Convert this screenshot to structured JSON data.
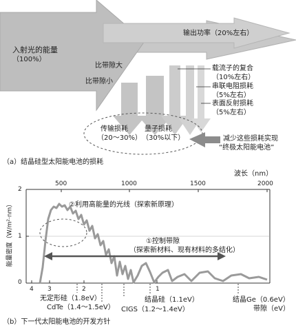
{
  "top": {
    "incident_label": "入射光的能量",
    "incident_pct": "（100%）",
    "output_label": "输出功率（20%左右）",
    "bandgap_large": "比带隙大",
    "bandgap_small": "比带隙小",
    "carrier_label": "载流子的复合",
    "carrier_pct": "（10%左右）",
    "series_label": "串联电阻损耗",
    "series_pct": "（5%左右）",
    "surface_label": "表面反射损耗",
    "surface_pct": "（5%左右）",
    "transmission_label": "传输损耗",
    "transmission_pct": "（20～30%）",
    "quantum_label": "量子损耗",
    "quantum_pct": "（30%以下）",
    "reduce_line1": "减少这些损耗实现",
    "reduce_line2": "“终极太阳能电池”",
    "caption": "（a）结晶硅型太阳能电池的损耗"
  },
  "bottom": {
    "wavelength_label": "波长（nm）",
    "wl_ticks": [
      "500",
      "1000",
      "1500",
      "2000"
    ],
    "ylabel": "能量密度（W/m²·nm）",
    "y_ticks": [
      "2",
      "1",
      "0"
    ],
    "ev_ticks": [
      "4",
      "3",
      "2",
      "1"
    ],
    "annot_high_energy": "②利用高能量的光线（探索新原理）",
    "annot_control_1": "①控制带隙",
    "annot_control_2": "（探索新材料、现有材料的多结化）",
    "mat_asi": "无定形硅（1.8eV）",
    "mat_cdte": "CdTe（1.4～1.5eV）",
    "mat_cigs": "CIGS（1.2～1.4eV）",
    "mat_csi": "结晶硅（1.1eV）",
    "mat_ge": "结晶Ge（0.6eV）",
    "bandgap_unit": "带隙（eV）",
    "caption": "（b）下一代太阳能电池的开发方针"
  },
  "colors": {
    "arrow_fill": "#bfbfbf",
    "arrow_dark": "#8c8c8c",
    "spectrum": "#9a9a9a"
  }
}
